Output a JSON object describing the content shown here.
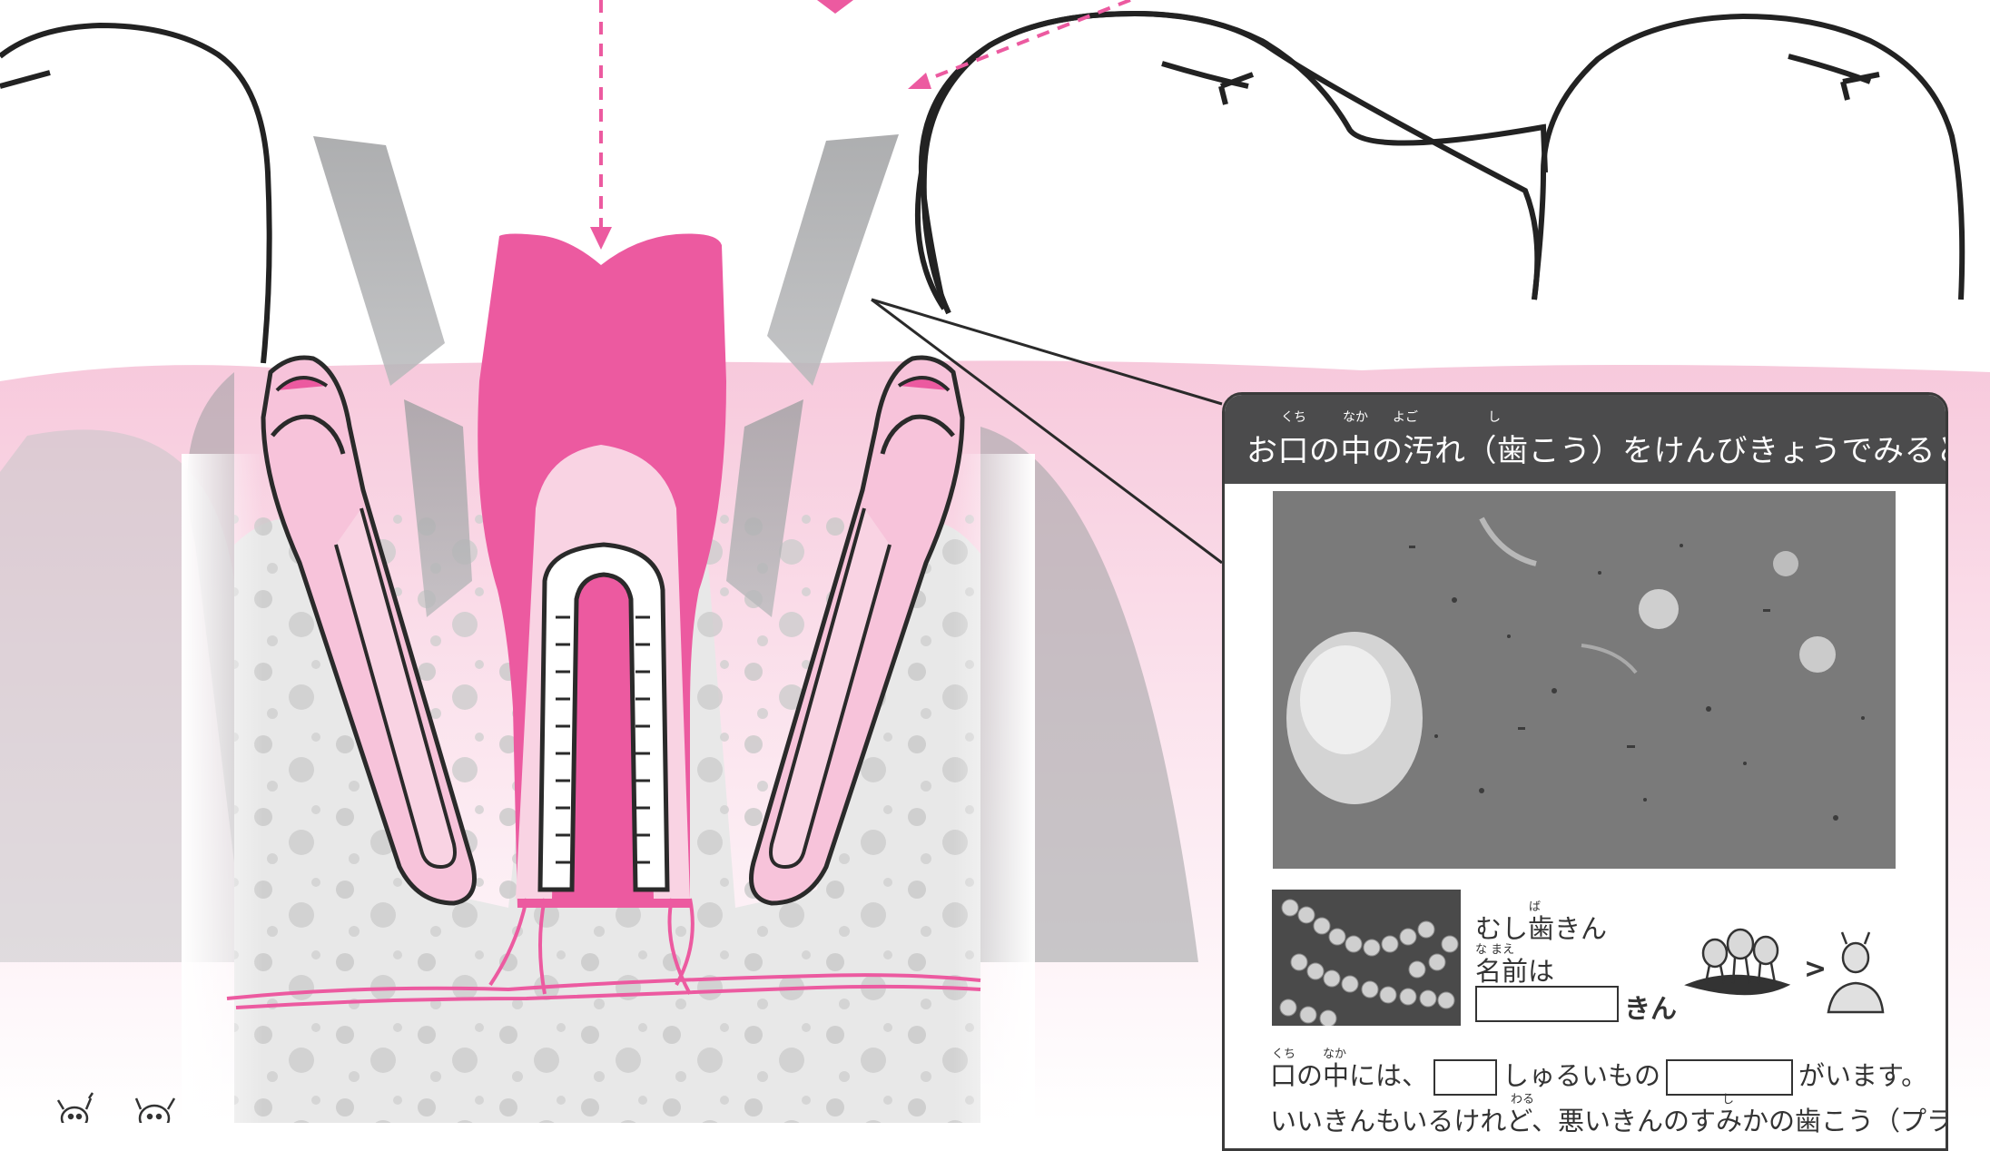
{
  "panel": {
    "title": "お口の中の汚れ（歯こう）をけんびきょうでみると…？",
    "ruby": [
      "くち",
      "なか",
      "よご",
      "し"
    ],
    "line_mushiba": "むし歯きん",
    "ruby_mushiba": "ば",
    "line_namae": "名前は",
    "ruby_namae": "な まえ",
    "kin_label": "きん",
    "greater_sign": ">",
    "line_kuchi_1": "口の中には、",
    "line_kuchi_2": "しゅるいもの",
    "line_kuchi_3": "がいます。",
    "ruby_kuchi": "くち",
    "ruby_naka": "なか",
    "line_last": "いいきんもいるけれど、悪いきんのすみかの歯こう（プラーク）",
    "ruby_waru": "わる",
    "ruby_shi": "し"
  },
  "colors": {
    "pink": "#ec5aa0",
    "light_pink": "#f6c3da",
    "gum_pink": "#f9dbe7",
    "bone_gray": "#e6e6e6",
    "tartar_gray": "#b4b4b6",
    "panel_header": "#4b4b4c"
  },
  "icons": [
    "dashed-arrow-icon",
    "bacteria-character-icon",
    "mushroom-bacteria-icon"
  ]
}
